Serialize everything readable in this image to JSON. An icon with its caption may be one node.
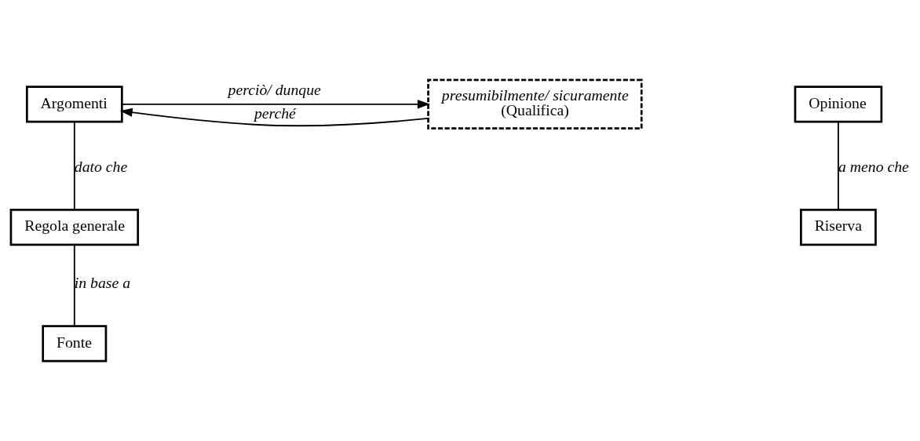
{
  "diagram": {
    "nodes": [
      {
        "text": [
          "Argomenti"
        ]
      },
      {
        "text": [
          "presumibilmente/ sicuramente",
          "(Qualifica)"
        ]
      },
      {
        "text": [
          "Opinione"
        ]
      },
      {
        "text": [
          "Regola generale"
        ]
      },
      {
        "text": [
          "Riserva"
        ]
      },
      {
        "text": [
          "Fonte"
        ]
      }
    ],
    "edges": [
      {
        "from": 0,
        "to": 1,
        "arrow": "to",
        "label": "perciò/ dunque"
      },
      {
        "from": 1,
        "to": 0,
        "arrow": "to",
        "label": "perché"
      },
      {
        "from": 0,
        "to": 3,
        "arrow": "none",
        "label": "dato che"
      },
      {
        "from": 2,
        "to": 4,
        "arrow": "none",
        "label": "a meno che"
      },
      {
        "from": 3,
        "to": 5,
        "arrow": "none",
        "label": "in base a"
      }
    ]
  }
}
